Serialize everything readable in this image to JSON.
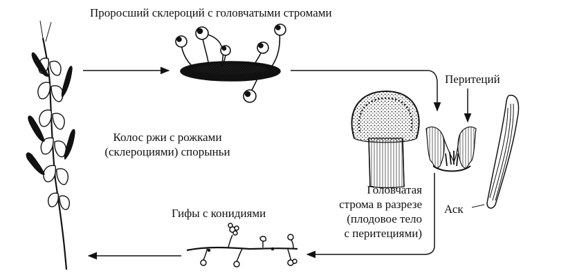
{
  "labels": {
    "sprouted_sclerotium": "Проросший склероций с головчатыми стромами",
    "ear_line1": "Колос ржи с рожками",
    "ear_line2": "(склероциями) спорыньи",
    "perithecium": "Перитеций",
    "stroma_line1": "Головчатая",
    "stroma_line2": "строма в разрезе",
    "stroma_line3": "(плодовое тело",
    "stroma_line4": "с перитециями)",
    "ascus": "Аск",
    "hyphae": "Гифы с конидиями"
  },
  "colors": {
    "ink": "#111111",
    "background": "#ffffff"
  }
}
